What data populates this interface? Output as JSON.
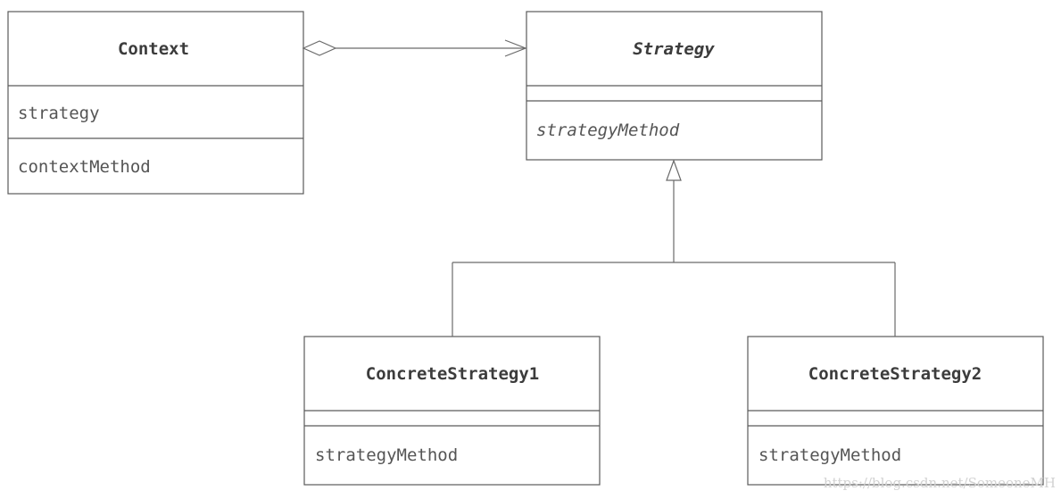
{
  "classes": {
    "context": {
      "name": "Context",
      "field": "strategy",
      "method": "contextMethod"
    },
    "strategy": {
      "name": "Strategy",
      "method": "strategyMethod",
      "abstract": true
    },
    "concrete1": {
      "name": "ConcreteStrategy1",
      "method": "strategyMethod"
    },
    "concrete2": {
      "name": "ConcreteStrategy2",
      "method": "strategyMethod"
    }
  },
  "relations": [
    {
      "type": "aggregation",
      "from": "Context",
      "to": "Strategy"
    },
    {
      "type": "generalization",
      "from": "ConcreteStrategy1",
      "to": "Strategy"
    },
    {
      "type": "generalization",
      "from": "ConcreteStrategy2",
      "to": "Strategy"
    }
  ],
  "watermark": "https://blog.csdn.net/SomeoneMH",
  "colors": {
    "line": "#5a5a5a",
    "text": "#3c3c3c",
    "watermark": "#d2d2d2"
  }
}
